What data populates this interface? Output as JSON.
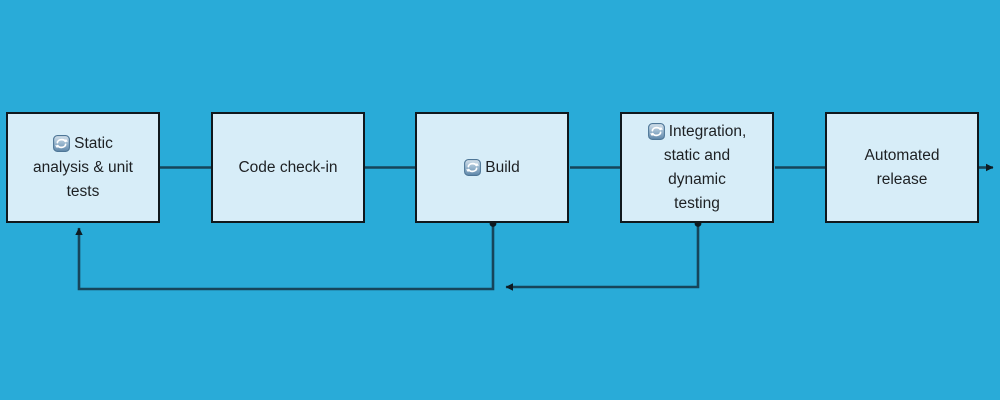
{
  "diagram": {
    "type": "flowchart",
    "colors": {
      "background": "#29ABD8",
      "node_fill": "#D7EDF8",
      "node_border": "#10181D",
      "connector": "#16455A",
      "arrowhead": "#0E1B22",
      "text": "#1D2023"
    },
    "nodes": [
      {
        "id": "static-analysis",
        "label": "Static analysis & unit tests",
        "lines": [
          "Static",
          "analysis & unit",
          "tests"
        ],
        "icon": "repeat-icon"
      },
      {
        "id": "code-check-in",
        "label": "Code check-in",
        "lines": [
          "Code check-in"
        ],
        "icon": null
      },
      {
        "id": "build",
        "label": "Build",
        "lines": [
          "Build"
        ],
        "icon": "repeat-icon"
      },
      {
        "id": "integration-testing",
        "label": "Integration, static and dynamic testing",
        "lines": [
          "Integration,",
          "static and",
          "dynamic",
          "testing"
        ],
        "icon": "repeat-icon"
      },
      {
        "id": "automated-release",
        "label": "Automated release",
        "lines": [
          "Automated",
          "release"
        ],
        "icon": null
      }
    ],
    "edges": [
      {
        "from": "static-analysis",
        "to": "code-check-in",
        "style": "plain-line"
      },
      {
        "from": "code-check-in",
        "to": "build",
        "style": "plain-line"
      },
      {
        "from": "build",
        "to": "integration-testing",
        "style": "plain-line"
      },
      {
        "from": "integration-testing",
        "to": "automated-release",
        "style": "plain-line"
      },
      {
        "from": "automated-release",
        "to": "offscreen-right",
        "style": "arrow"
      },
      {
        "from": "build",
        "to": "static-analysis",
        "style": "feedback-arrow-below"
      },
      {
        "from": "integration-testing",
        "to": "build",
        "style": "feedback-arrow-below"
      }
    ]
  }
}
